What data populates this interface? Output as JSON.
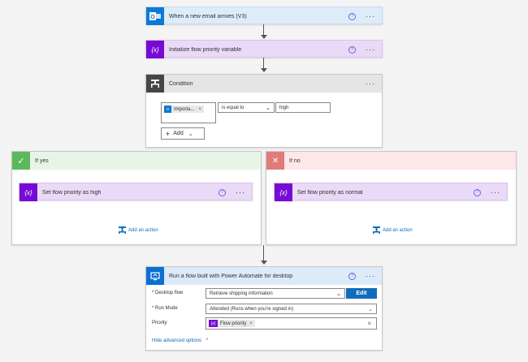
{
  "colors": {
    "outlook_blue": "#0f78d4",
    "variable_purple": "#770bd6",
    "condition_gray": "#484644",
    "yes_green": "#5cb85c",
    "no_red": "#e07b7b",
    "desktop_blue": "#0b6fd4",
    "link_blue": "#0f6cbd"
  },
  "step1": {
    "title": "When a new email arrives (V3)",
    "icon": "outlook-icon"
  },
  "step2": {
    "title": "Initialize flow priority variable",
    "icon": "variable-icon",
    "icon_glyph": "{x}"
  },
  "condition": {
    "title": "Condition",
    "icon": "condition-icon",
    "token_label": "Importa...",
    "operator": "is equal to",
    "value": "high",
    "add_label": "Add"
  },
  "yes_branch": {
    "title": "If yes",
    "action_title": "Set flow priority as high",
    "add_action": "Add an action"
  },
  "no_branch": {
    "title": "If no",
    "action_title": "Set flow priority as normal",
    "add_action": "Add an action"
  },
  "desktop": {
    "title": "Run a flow built with Power Automate for desktop",
    "desktop_flow_label": "* Desktop flow",
    "desktop_flow_value": "Retrieve shipping information",
    "edit_label": "Edit",
    "run_mode_label": "* Run Mode",
    "run_mode_value": "Attended (Runs when you're signed in)",
    "priority_label": "Priority",
    "priority_token": "Flow priority",
    "hide_advanced": "Hide advanced options"
  },
  "glyphs": {
    "help": "?",
    "more": "···",
    "close": "×",
    "check": "✓",
    "cross": "✕",
    "chevron_down": "⌄",
    "chevron_up": "⌃",
    "plus": "+",
    "variable": "{x}"
  }
}
